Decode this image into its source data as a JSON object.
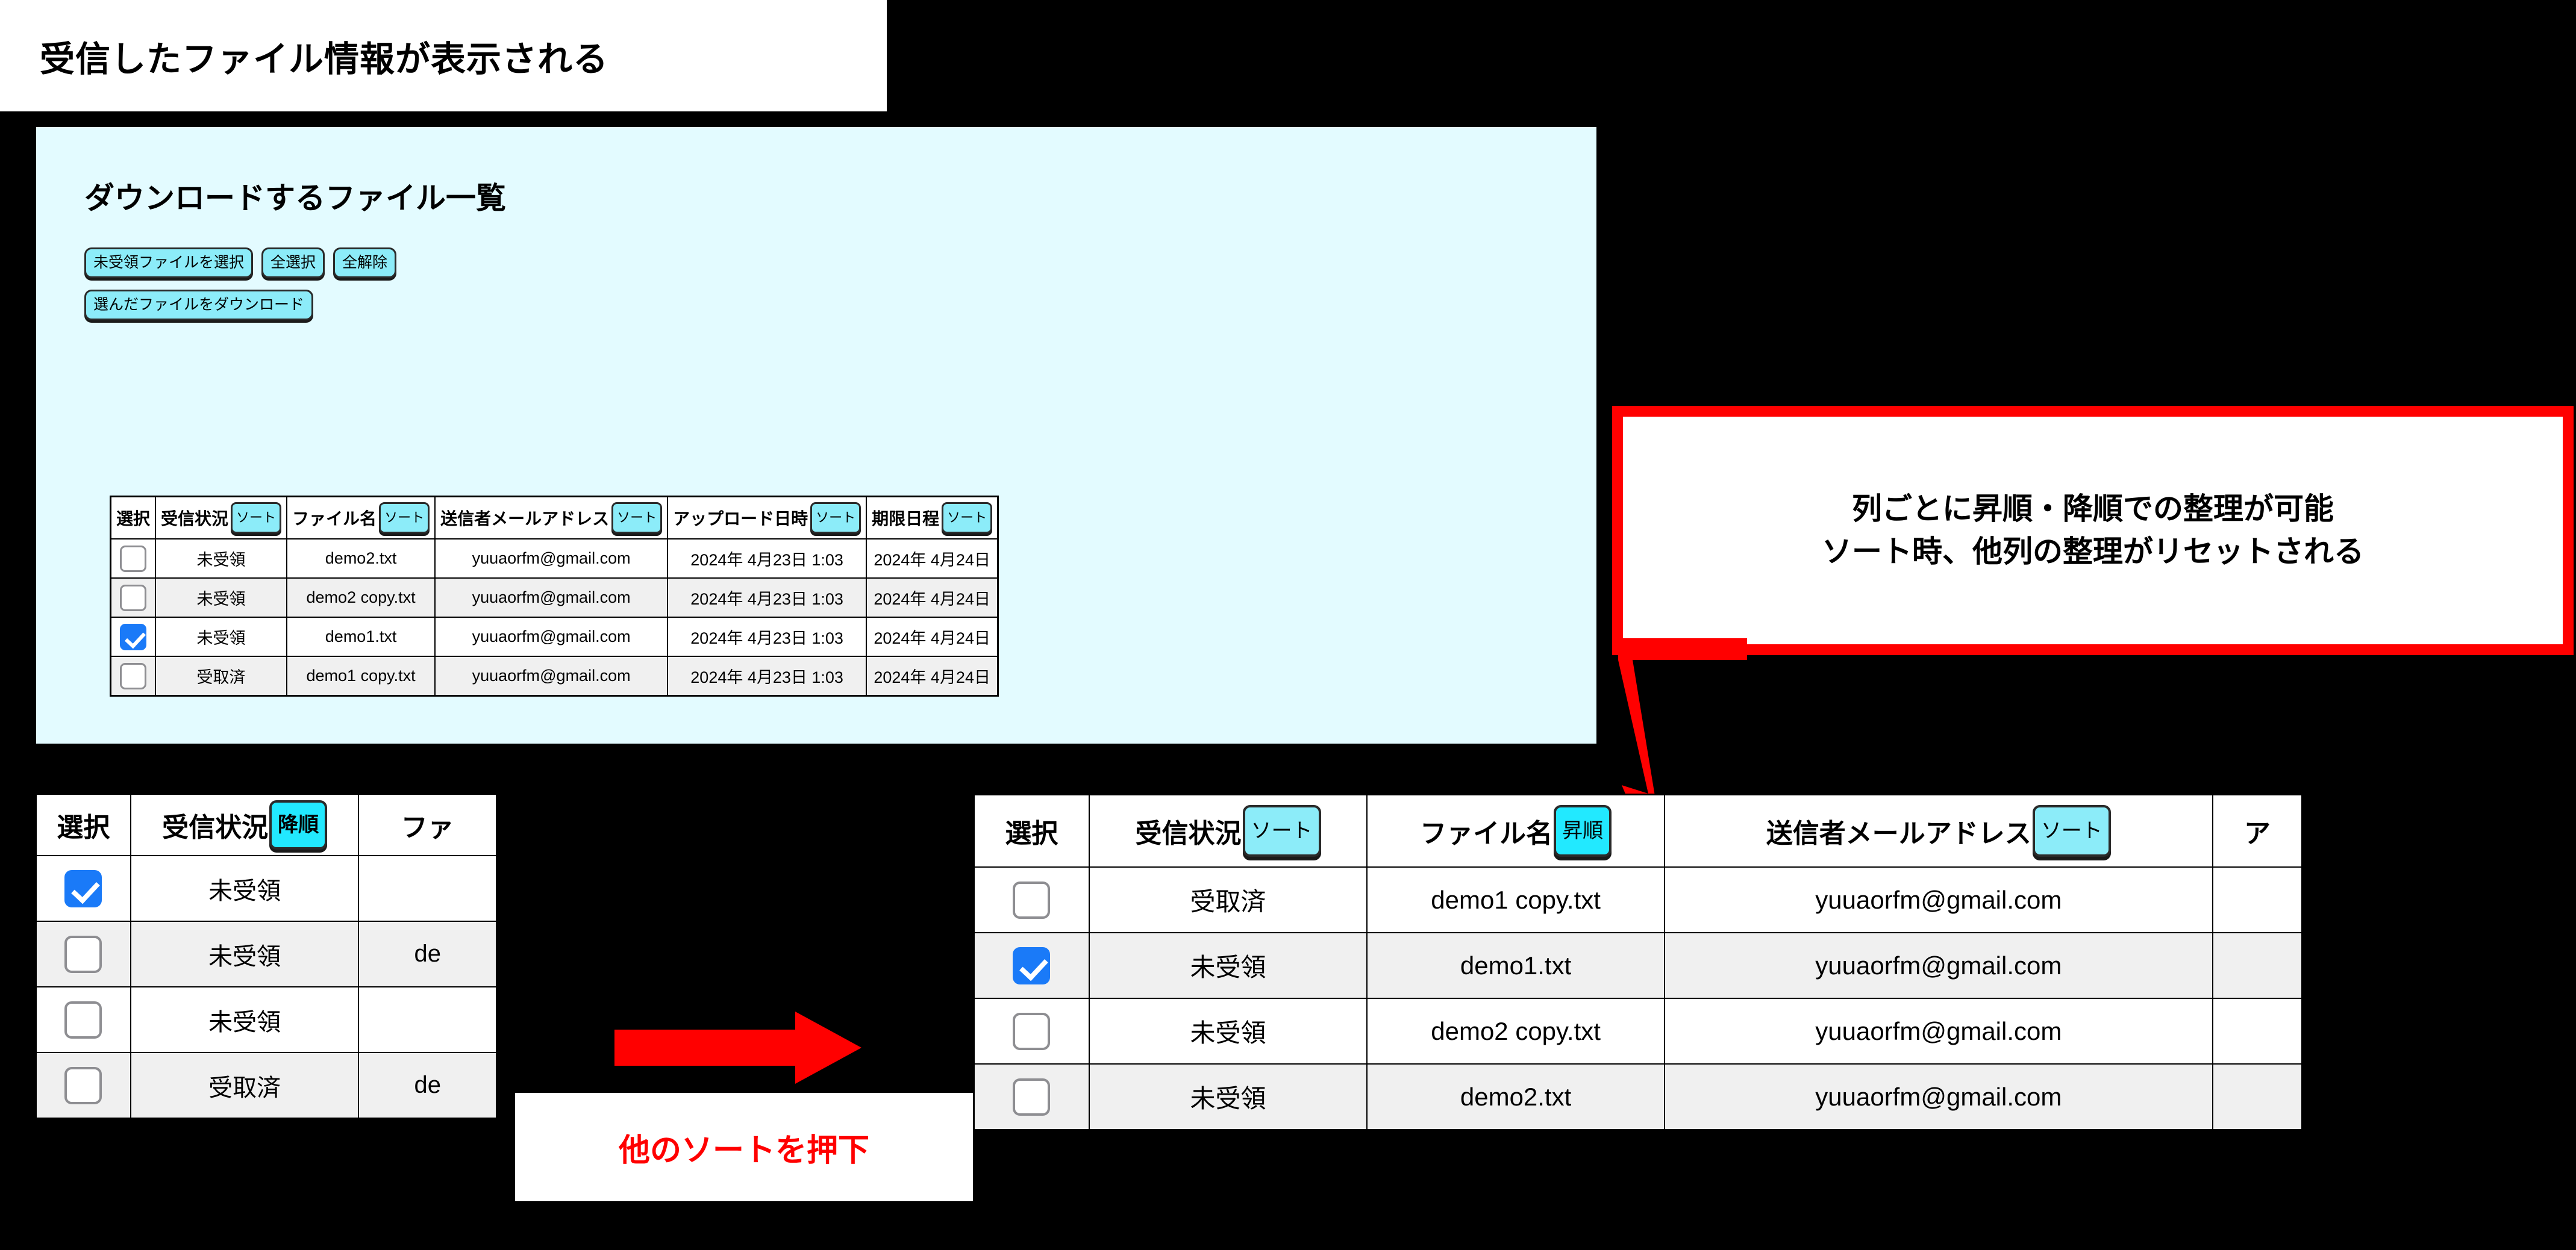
{
  "title_banner": {
    "text": "受信したファイル情報が表示される"
  },
  "main_panel": {
    "heading": "ダウンロードするファイル一覧",
    "buttons": [
      {
        "label": "未受領ファイルを選択"
      },
      {
        "label": "全選択"
      },
      {
        "label": "全解除"
      },
      {
        "label": "選んだファイルをダウンロード"
      }
    ],
    "table": {
      "columns": [
        {
          "label": "選択",
          "sort": null
        },
        {
          "label": "受信状況",
          "sort": "ソート"
        },
        {
          "label": "ファイル名",
          "sort": "ソート"
        },
        {
          "label": "送信者メールアドレス",
          "sort": "ソート"
        },
        {
          "label": "アップロード日時",
          "sort": "ソート"
        },
        {
          "label": "期限日程",
          "sort": "ソート"
        }
      ],
      "rows": [
        {
          "checked": false,
          "status": "未受領",
          "filename": "demo2.txt",
          "email": "yuuaorfm@gmail.com",
          "uploaded": "2024年 4月23日 1:03",
          "deadline": "2024年 4月24日"
        },
        {
          "checked": false,
          "status": "未受領",
          "filename": "demo2 copy.txt",
          "email": "yuuaorfm@gmail.com",
          "uploaded": "2024年 4月23日 1:03",
          "deadline": "2024年 4月24日"
        },
        {
          "checked": true,
          "status": "未受領",
          "filename": "demo1.txt",
          "email": "yuuaorfm@gmail.com",
          "uploaded": "2024年 4月23日 1:03",
          "deadline": "2024年 4月24日"
        },
        {
          "checked": false,
          "status": "受取済",
          "filename": "demo1 copy.txt",
          "email": "yuuaorfm@gmail.com",
          "uploaded": "2024年 4月23日 1:03",
          "deadline": "2024年 4月24日"
        }
      ]
    }
  },
  "callout": {
    "line1": "列ごとに昇順・降順での整理が可能",
    "line2": "ソート時、他列の整理がリセットされる",
    "border_color": "#ff0000"
  },
  "table_left": {
    "columns": [
      {
        "label": "選択",
        "sort": null
      },
      {
        "label": "受信状況",
        "sort": "降順",
        "active": true
      },
      {
        "label": "ファ",
        "sort": null
      }
    ],
    "rows": [
      {
        "checked": true,
        "status": "未受領",
        "filename": ""
      },
      {
        "checked": false,
        "status": "未受領",
        "filename": "de"
      },
      {
        "checked": false,
        "status": "未受領",
        "filename": ""
      },
      {
        "checked": false,
        "status": "受取済",
        "filename": "de"
      }
    ]
  },
  "mid_label": {
    "text": "他のソートを押下"
  },
  "table_right": {
    "columns": [
      {
        "label": "選択",
        "sort": null
      },
      {
        "label": "受信状況",
        "sort": "ソート",
        "active": false
      },
      {
        "label": "ファイル名",
        "sort": "昇順",
        "active": true
      },
      {
        "label": "送信者メールアドレス",
        "sort": "ソート",
        "active": false
      },
      {
        "label": "ア",
        "sort": null
      }
    ],
    "rows": [
      {
        "checked": false,
        "status": "受取済",
        "filename": "demo1 copy.txt",
        "email": "yuuaorfm@gmail.com"
      },
      {
        "checked": true,
        "status": "未受領",
        "filename": "demo1.txt",
        "email": "yuuaorfm@gmail.com"
      },
      {
        "checked": false,
        "status": "未受領",
        "filename": "demo2 copy.txt",
        "email": "yuuaorfm@gmail.com"
      },
      {
        "checked": false,
        "status": "未受領",
        "filename": "demo2.txt",
        "email": "yuuaorfm@gmail.com"
      }
    ]
  },
  "colors": {
    "panel_bg": "#e3fbff",
    "accent_cyan": "#8cecf9",
    "active_cyan": "#22e9ff",
    "annotation_red": "#ff0000",
    "checkbox_blue": "#1a7af8"
  }
}
